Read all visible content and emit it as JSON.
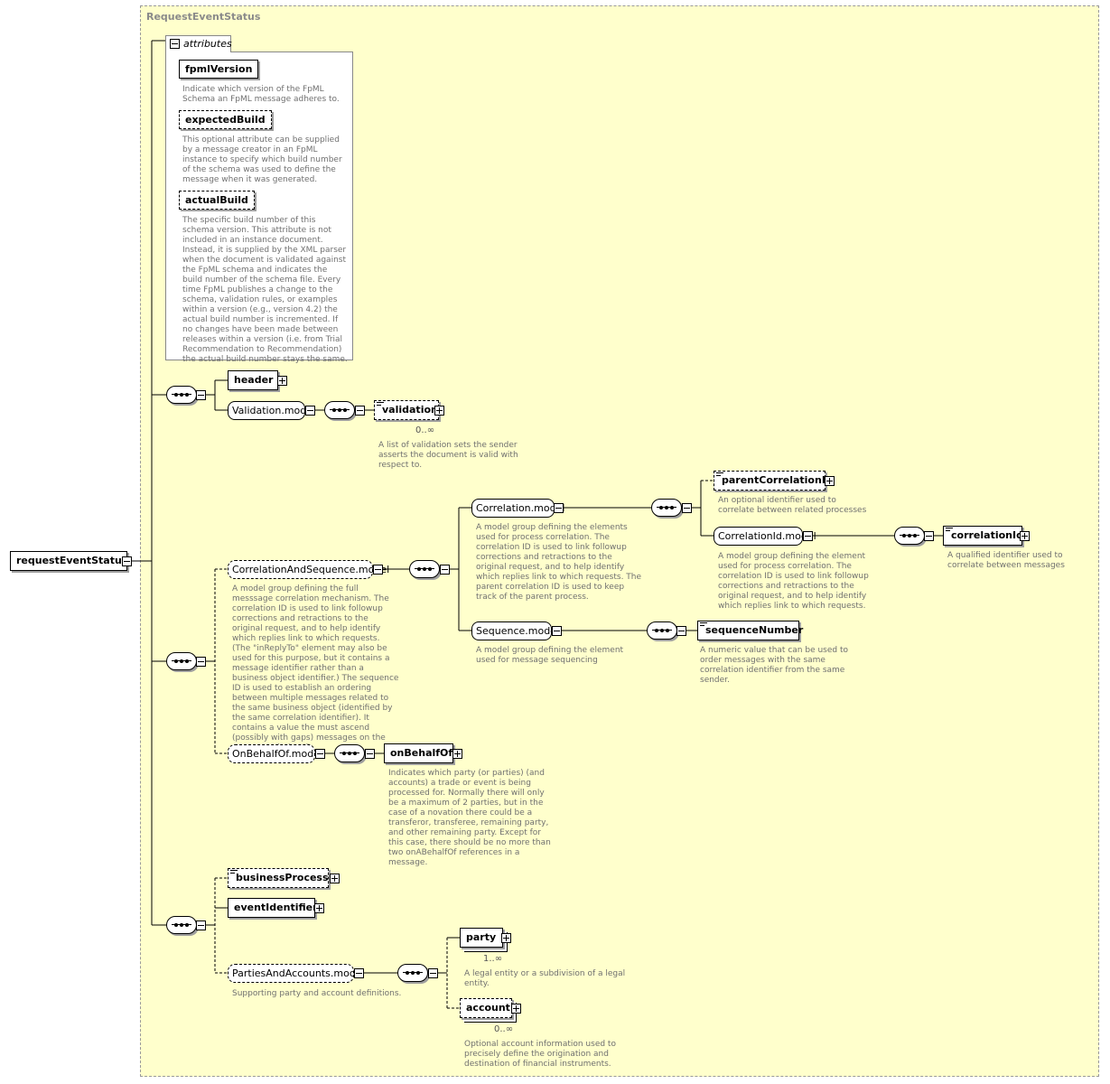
{
  "frame": {
    "title": "RequestEventStatus"
  },
  "root": {
    "label": "requestEventStatus"
  },
  "attributes": {
    "tab_label": "attributes",
    "items": [
      {
        "name": "fpmlVersion",
        "doc": "Indicate which version of the FpML Schema an FpML message adheres to."
      },
      {
        "name": "expectedBuild",
        "doc": "This optional attribute can be supplied by a message creator in an FpML instance to specify which build number of the schema was used to define the message when it was generated."
      },
      {
        "name": "actualBuild",
        "doc": "The specific build number of this schema version. This attribute is not included in an instance document. Instead, it is supplied by the XML parser when the document is validated against the FpML schema and indicates the build number of the schema file. Every time FpML publishes a change to the schema, validation rules, or examples within a version (e.g., version 4.2) the actual build number is incremented. If no changes have been made between releases within a version (i.e. from Trial Recommendation to Recommendation) the actual build number stays the same."
      }
    ]
  },
  "nodes": {
    "header": "header",
    "validation_model": "Validation.model",
    "validation": "validation",
    "validation_card": "0..∞",
    "validation_doc": "A list of validation sets the sender asserts the document is valid with respect to.",
    "cas_model": "CorrelationAndSequence.model",
    "cas_doc": "A model group defining the full messsage correlation mechanism. The correlation ID is used to link followup corrections and retractions to the original request, and to help identify which replies link to which requests. (The \"inReplyTo\" element may also be used for this purpose, but it contains a message identifier rather than a business object identifier.) The sequence ID is used to establish an ordering between multiple messages related to the same business object (identified by the same correlation identifier). It contains a value the must ascend (possibly with gaps) messages on the same correlation ID.",
    "correlation_model": "Correlation.model",
    "correlation_doc": "A model group defining the elements used for process correlation. The correlation ID is used to link followup corrections and retractions to the original request, and to help identify which replies link to which requests. The parent correlation ID is used to keep track of the parent process.",
    "parent_correlation": "parentCorrelationId",
    "parent_correlation_doc": "An optional identifier used to correlate between related processes",
    "correlation_id_model": "CorrelationId.model",
    "correlation_id_model_doc": "A model group defining the element used for process correlation. The correlation ID is used to link followup corrections and retractions to the original request, and to help identify which replies link to which requests.",
    "correlation_id": "correlationId",
    "correlation_id_doc": "A qualified identifier used to correlate between messages",
    "sequence_model": "Sequence.model",
    "sequence_model_doc": "A model group defining the element used for message sequencing",
    "sequence_number": "sequenceNumber",
    "sequence_number_doc": "A numeric value that can be used to order messages with the same correlation identifier from the same sender.",
    "obo_model": "OnBehalfOf.model",
    "obo": "onBehalfOf",
    "obo_doc": "Indicates which party (or parties) (and accounts) a trade or event is being processed for. Normally there will only be a maximum of 2 parties, but in the case of a novation there could be a transferor, transferee, remaining party, and other remaining party. Except for this case, there should be no more than two onABehalfOf references in a message.",
    "business_process": "businessProcess",
    "event_identifier": "eventIdentifier",
    "pa_model": "PartiesAndAccounts.model",
    "pa_doc": "Supporting party and account definitions.",
    "party": "party",
    "party_card": "1..∞",
    "party_doc": "A legal entity or a subdivision of a legal entity.",
    "account": "account",
    "account_card": "0..∞",
    "account_doc": "Optional account information used to precisely define the origination and destination of financial instruments."
  }
}
